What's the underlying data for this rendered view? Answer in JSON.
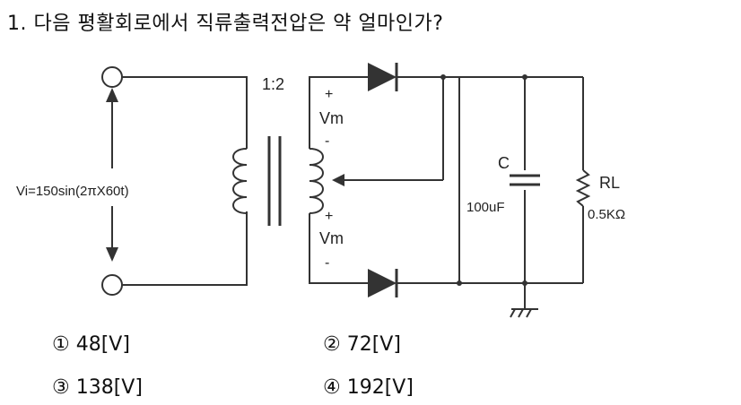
{
  "question": {
    "number": "1.",
    "text": "다음 평활회로에서 직류출력전압은 약 얼마인가?"
  },
  "circuit": {
    "ratio_label": "1:2",
    "source_label": "Vi=150sin(2πX60t)",
    "vm_top_plus": "+",
    "vm_top_label": "Vm",
    "vm_top_minus": "-",
    "vm_bottom_plus": "+",
    "vm_bottom_label": "Vm",
    "vm_bottom_minus": "-",
    "capacitor_label": "C",
    "capacitor_value": "100uF",
    "resistor_label": "RL",
    "resistor_value": "0.5KΩ"
  },
  "choices": [
    {
      "marker": "①",
      "value": "48[V]"
    },
    {
      "marker": "②",
      "value": "72[V]"
    },
    {
      "marker": "③",
      "value": "138[V]"
    },
    {
      "marker": "④",
      "value": "192[V]"
    }
  ]
}
